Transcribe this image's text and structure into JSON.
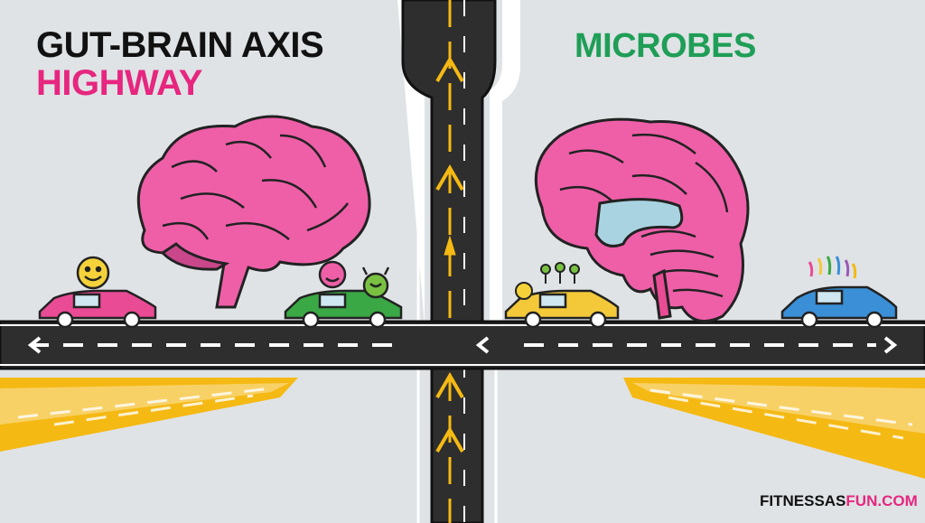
{
  "heading": {
    "line1": "GUT-BRAIN AXIS",
    "line2": "HIGHWAY",
    "right_label": "MICROBES"
  },
  "footer": {
    "brand_prefix": "FITNESSAS",
    "brand_suffix": "FUN.COM"
  },
  "colors": {
    "background": "#dfe3e6",
    "road": "#2e2e2e",
    "lane_yellow": "#f5b914",
    "brain_pink": "#ee5fa8",
    "title_pink": "#e6267f",
    "title_green": "#1f9e57",
    "car_pink": "#e94b94",
    "car_green": "#3aa845",
    "car_yellow": "#f3c93a",
    "car_blue": "#3a8fd6"
  },
  "icons": [
    "smiley-face-icon",
    "microbe-icon",
    "brain-icon",
    "gut-icon",
    "car-icon",
    "arrow-icon"
  ]
}
